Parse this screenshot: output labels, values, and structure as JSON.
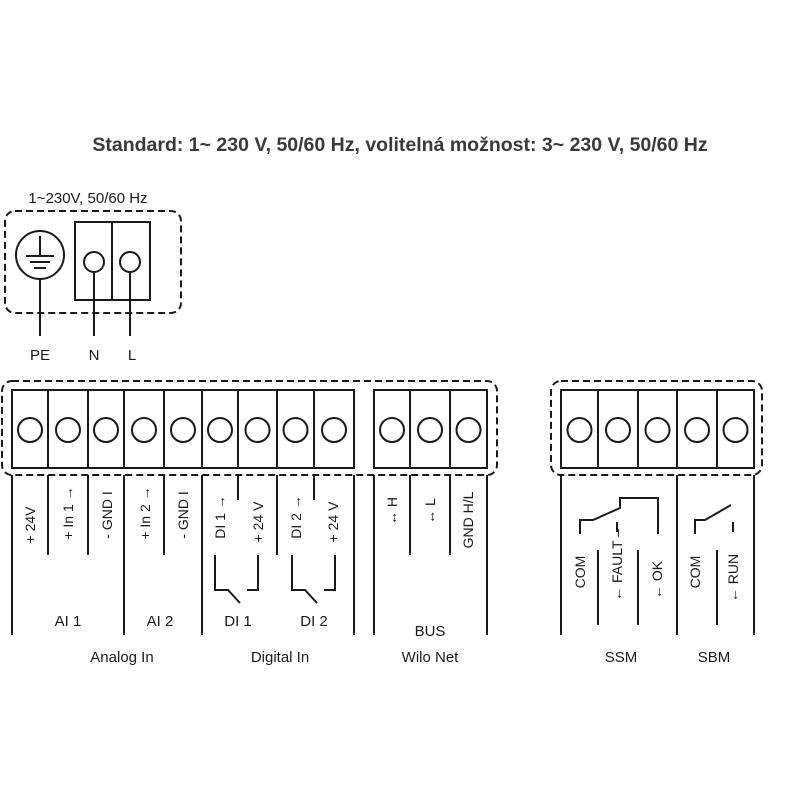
{
  "heading": "Standard: 1~ 230 V, 50/60 Hz, volitelná možnost: 3~ 230 V, 50/60 Hz",
  "power": {
    "title": "1~230V, 50/60 Hz",
    "terminals": [
      "PE",
      "N",
      "L"
    ]
  },
  "terminals": {
    "analog": [
      "+ 24V",
      "+ In 1 →",
      "- GND I",
      "+ In 2 →",
      "- GND I"
    ],
    "digital": [
      "DI 1 →",
      "+ 24 V",
      "DI 2 →",
      "+ 24 V"
    ],
    "bus": [
      "↔ H",
      "↔ L",
      "GND H/L"
    ],
    "ssm": [
      "COM",
      "← FAULT –",
      "← OK"
    ],
    "sbm": [
      "COM",
      "← RUN"
    ]
  },
  "groups": {
    "ai1": "AI 1",
    "ai2": "AI 2",
    "di1": "DI 1",
    "di2": "DI 2",
    "bus": "BUS",
    "analog_in": "Analog In",
    "digital_in": "Digital In",
    "wilo_net": "Wilo Net",
    "ssm": "SSM",
    "sbm": "SBM"
  }
}
